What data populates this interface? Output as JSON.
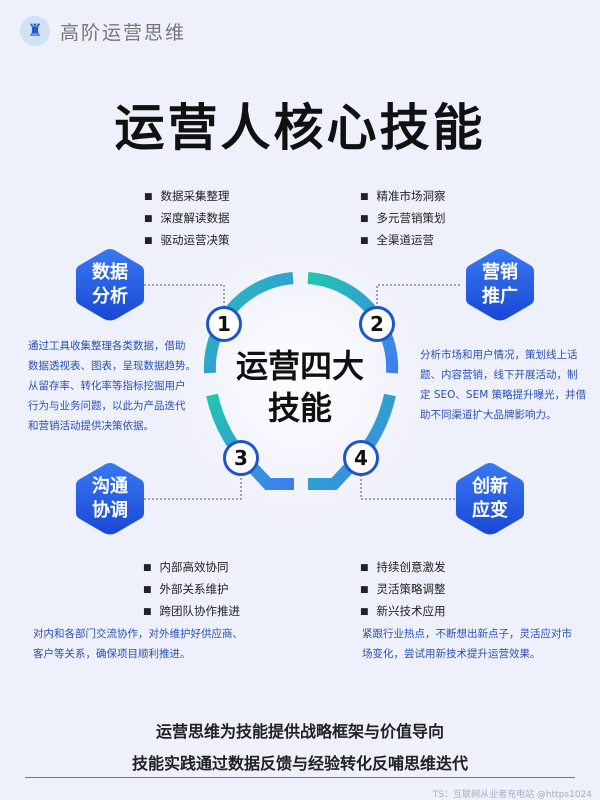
{
  "header": {
    "brand": "高阶运营思维",
    "logo_icon": "rook-icon"
  },
  "title": "运营人核心技能",
  "center": {
    "line1": "运营四大",
    "line2": "技能"
  },
  "skills": [
    {
      "number": "1",
      "badge": "数据\n分析",
      "badge_l1": "数据",
      "badge_l2": "分析",
      "bullets": [
        "数据采集整理",
        "深度解读数据",
        "驱动运营决策"
      ],
      "desc": [
        "通过工具收集整理各类数据，借助",
        "数据透视表、图表，呈现数据趋势。",
        "从留存率、转化率等指标挖掘用户",
        "行为与业务问题，以此为产品迭代",
        "和营销活动提供决策依据。"
      ]
    },
    {
      "number": "2",
      "badge_l1": "营销",
      "badge_l2": "推广",
      "bullets": [
        "精准市场洞察",
        "多元营销策划",
        "全渠道运营"
      ],
      "desc": [
        "分析市场和用户情况，策划线上话",
        "题、内容营销，线下开展活动，制",
        "定 SEO、SEM 策略提升曝光，并借",
        "助不同渠道扩大品牌影响力。"
      ]
    },
    {
      "number": "3",
      "badge_l1": "沟通",
      "badge_l2": "协调",
      "bullets": [
        "内部高效协同",
        "外部关系维护",
        "跨团队协作推进"
      ],
      "desc": [
        "对内和各部门交流协作，对外维护好供应商、",
        "客户等关系，确保项目顺利推进。"
      ]
    },
    {
      "number": "4",
      "badge_l1": "创新",
      "badge_l2": "应变",
      "bullets": [
        "持续创意激发",
        "灵活策略调整",
        "新兴技术应用"
      ],
      "desc": [
        "紧跟行业热点，不断想出新点子，灵活应对市",
        "场变化，尝试用新技术提升运营效果。"
      ]
    }
  ],
  "footer": {
    "line1": "运营思维为技能提供战略框架与价值导向",
    "line2": "技能实践通过数据反馈与经验转化反哺思维迭代"
  },
  "watermark": "TS：互联网从业者充电站 @https1024",
  "colors": {
    "accent": "#1f55c9",
    "badge_top": "#3a78f2",
    "badge_bottom": "#1848d6",
    "bulb_teal": "#22c6b0",
    "bulb_blue": "#3f7cf0",
    "desc_text": "#2a4fb8"
  }
}
